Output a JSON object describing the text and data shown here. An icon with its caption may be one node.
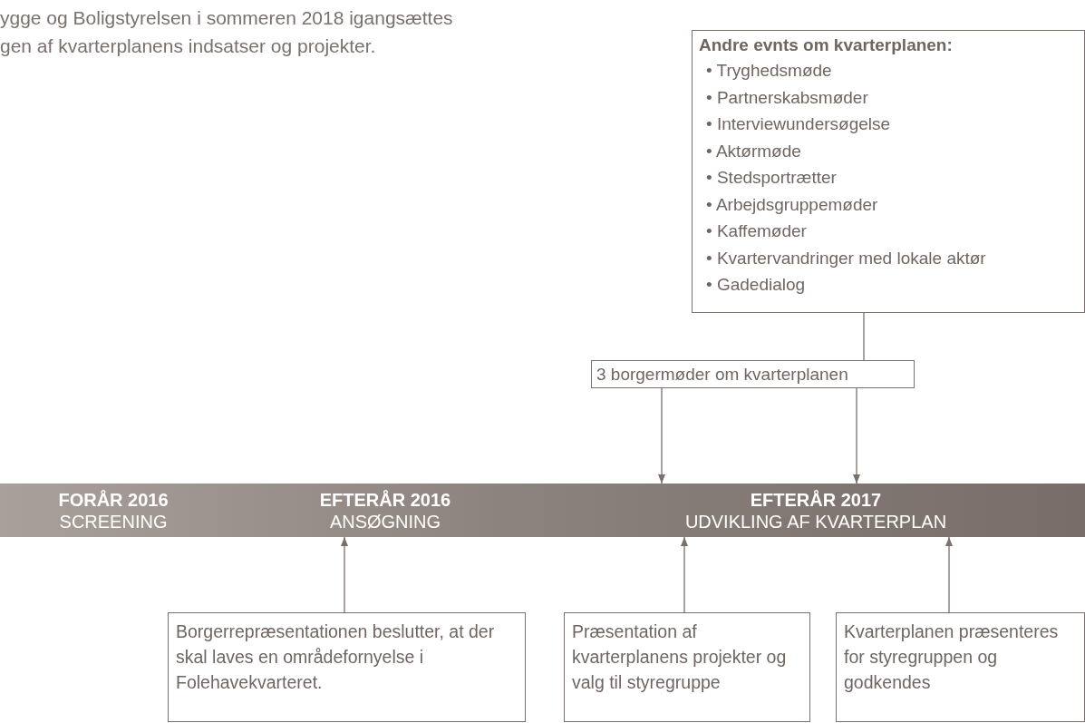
{
  "diagram": {
    "nodes": [
      {
        "text": [
          "Andre evnts om kvarterplanen:",
          "• Tryghedsmøde",
          "• Partnerskabsmøder",
          "• Interviewundersøgelse",
          "• Aktørmøde",
          "• Stedsportrætter",
          "• Arbejdsgruppemøder",
          "• Kaffemøder",
          "• Kvartervandringer med lokale aktør",
          "• Gadedialog"
        ]
      },
      {
        "text": [
          "3 borgermøder om kvarterplanen"
        ]
      },
      {
        "text": [
          "FORÅR 2016",
          "SCREENING"
        ]
      },
      {
        "text": [
          "EFTERÅR 2016",
          "ANSØGNING"
        ]
      },
      {
        "text": [
          "EFTERÅR 2017",
          "UDVIKLING AF KVARTERPLAN"
        ]
      },
      {
        "text": [
          "Borgerrepræsentationen beslutter, at der skal laves en områdefornyelse i Folehavekvarteret."
        ]
      },
      {
        "text": [
          "Præsentation af kvarterplanens projekter og valg til styregruppe"
        ]
      },
      {
        "text": [
          "Kvarterplanen præsenteres for styregruppen og godkendes"
        ]
      }
    ],
    "edges": [
      {
        "from": 0,
        "to": 1,
        "arrow": "none"
      },
      {
        "from": 1,
        "to": 4,
        "arrow": "to"
      },
      {
        "from": 1,
        "to": 4,
        "arrow": "to"
      },
      {
        "from": 5,
        "to": 3,
        "arrow": "to"
      },
      {
        "from": 6,
        "to": 4,
        "arrow": "to"
      },
      {
        "from": 7,
        "to": 4,
        "arrow": "to"
      }
    ],
    "labels": [
      "ygge og Boligstyrelsen i sommeren 2018 igangsættes gen af kvarterplanens indsatser og projekter."
    ]
  }
}
